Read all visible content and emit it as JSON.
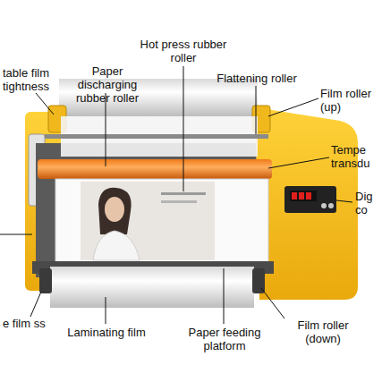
{
  "diagram": {
    "labels": [
      "Hot press rubber roller",
      "Paper discharging rubber roller",
      "Flattening roller",
      "Film roller (up)",
      "Tempe transdu",
      "Dig co",
      "table film tightness",
      "e film ss",
      "Laminating film",
      "Paper feeding platform",
      "Film roller (down)"
    ]
  }
}
